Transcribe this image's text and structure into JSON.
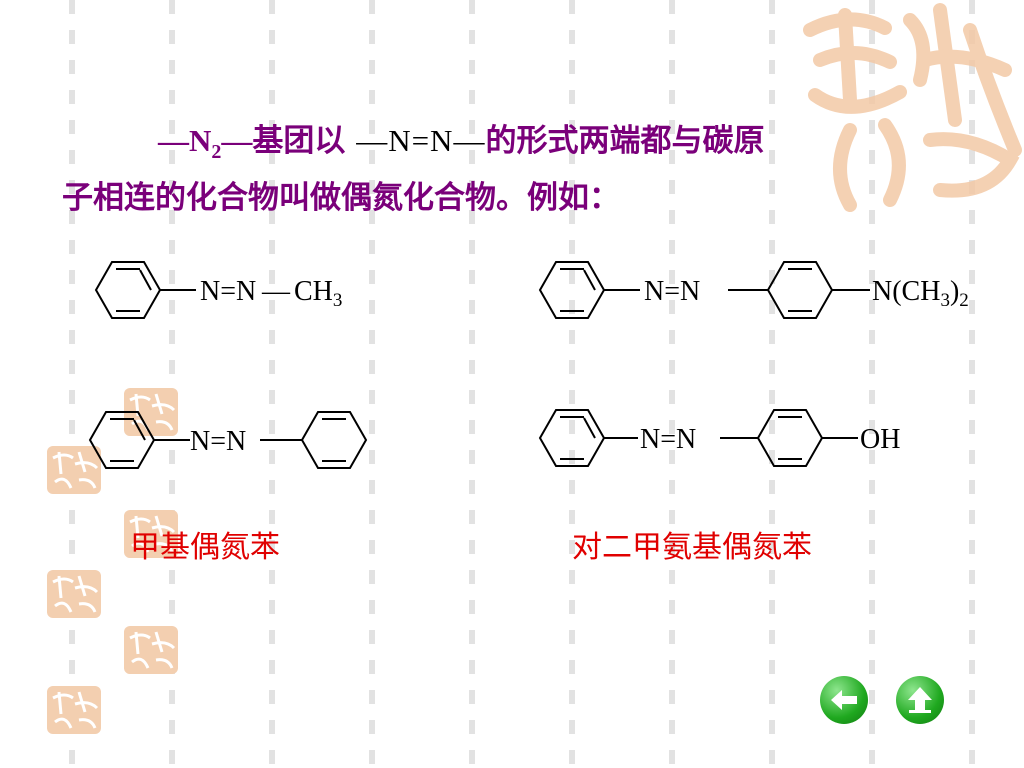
{
  "heading": {
    "formula_prefix": "—N",
    "formula_sub": "2",
    "formula_suffix": "—",
    "line1_text_a": "基团以",
    "azo_group": "—N=N—",
    "line1_text_b": "的形式两端都与碳原",
    "line2_text": "子相连的化合物叫做偶氮化合物。例如："
  },
  "structures": {
    "s1": {
      "azo": "N=N",
      "bond": "—",
      "group": "CH",
      "group_sub": "3"
    },
    "s2": {
      "azo": "N=N",
      "group": "N(CH",
      "group_sub": "3",
      "group_close": ")",
      "group_sub2": "2"
    },
    "s3": {
      "azo": "N=N"
    },
    "s4": {
      "azo": "N=N",
      "group": "OH"
    }
  },
  "captions": {
    "left": "甲基偶氮苯",
    "right": "对二甲氨基偶氮苯"
  },
  "nav": {
    "back_icon": "left-arrow-icon",
    "home_icon": "up-arrow-icon"
  },
  "colors": {
    "heading": "#7a007a",
    "caption": "#e00000",
    "nav_green": "#1fa81f",
    "seal": "#f3c9a6"
  }
}
